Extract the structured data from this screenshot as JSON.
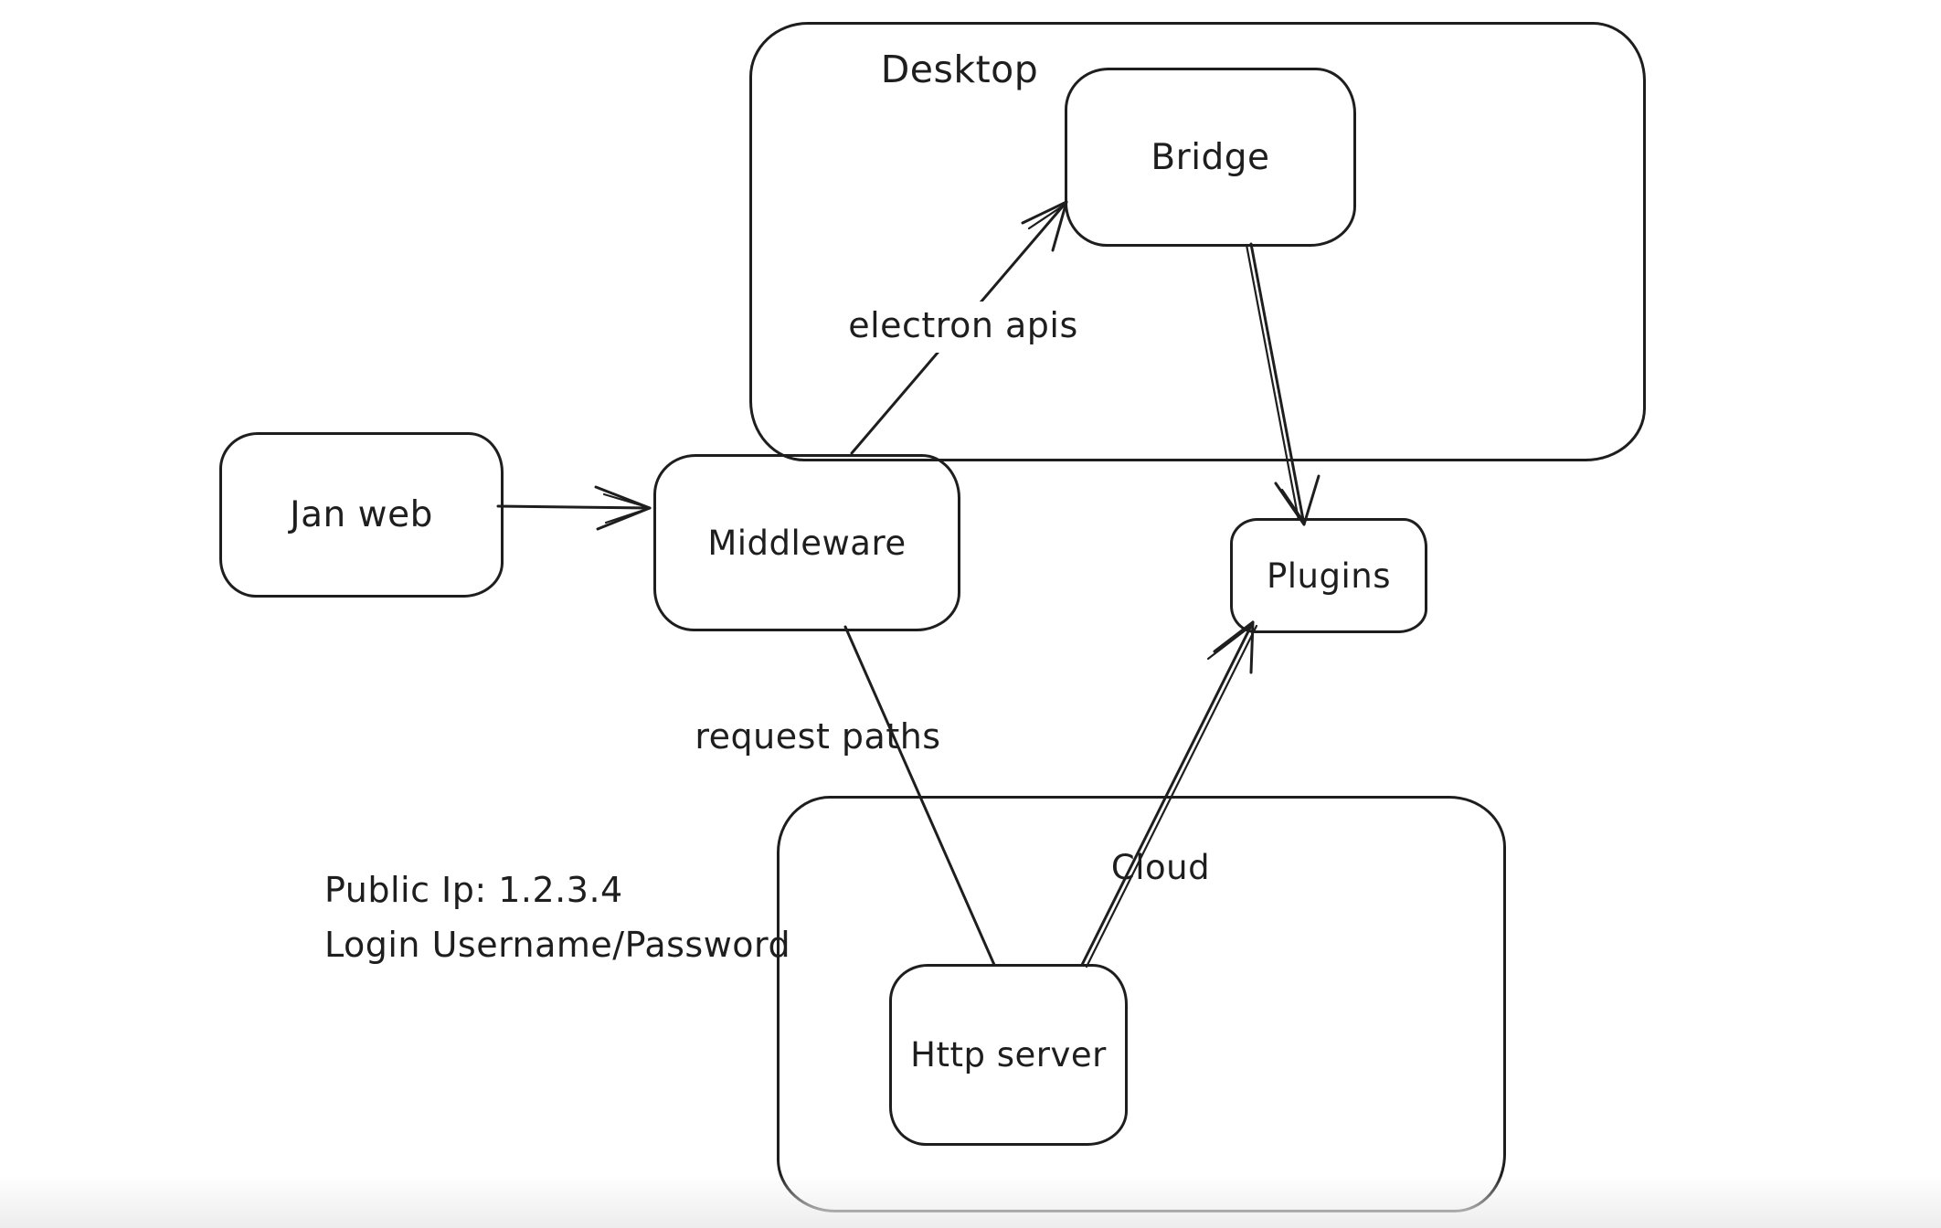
{
  "canvas": {
    "background": "#ffffff",
    "stroke_color": "#1e1e1e",
    "bottom_fade_color": "#ededed"
  },
  "containers": {
    "desktop": {
      "label": "Desktop"
    },
    "cloud": {
      "label": "Cloud"
    }
  },
  "nodes": {
    "jan_web": {
      "label": "Jan web"
    },
    "middleware": {
      "label": "Middleware"
    },
    "bridge": {
      "label": "Bridge"
    },
    "plugins": {
      "label": "Plugins"
    },
    "http_server": {
      "label": "Http server"
    }
  },
  "edges": [
    {
      "from": "Jan web",
      "to": "Middleware",
      "label": "",
      "arrowhead": "end"
    },
    {
      "from": "Middleware",
      "to": "Bridge",
      "label": "electron apis",
      "arrowhead": "end"
    },
    {
      "from": "Bridge",
      "to": "Plugins",
      "label": "",
      "arrowhead": "end"
    },
    {
      "from": "Middleware",
      "to": "Http server",
      "label": "request paths",
      "arrowhead": "none"
    },
    {
      "from": "Http server",
      "to": "Plugins",
      "label": "",
      "arrowhead": "end"
    }
  ],
  "annotations": {
    "public_ip": "Public Ip: 1.2.3.4",
    "login": "Login Username/Password"
  }
}
